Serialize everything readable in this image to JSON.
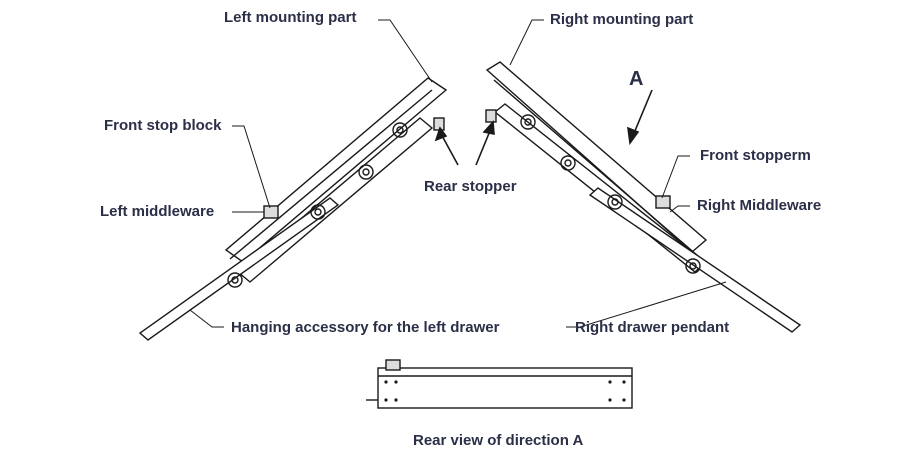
{
  "labels": {
    "left_mounting_part": "Left mounting part",
    "right_mounting_part": "Right mounting part",
    "direction_a": "A",
    "front_stop_block": "Front stop block",
    "front_stopperm": "Front stopperm",
    "rear_stopper": "Rear stopper",
    "left_middleware": "Left middleware",
    "right_middleware": "Right Middleware",
    "left_drawer_hanging": "Hanging accessory for the left drawer",
    "right_drawer_pendant": "Right drawer pendant",
    "rear_view": "Rear view of direction A"
  },
  "colors": {
    "text": "#2b2f47",
    "line": "#1a1a1a"
  }
}
